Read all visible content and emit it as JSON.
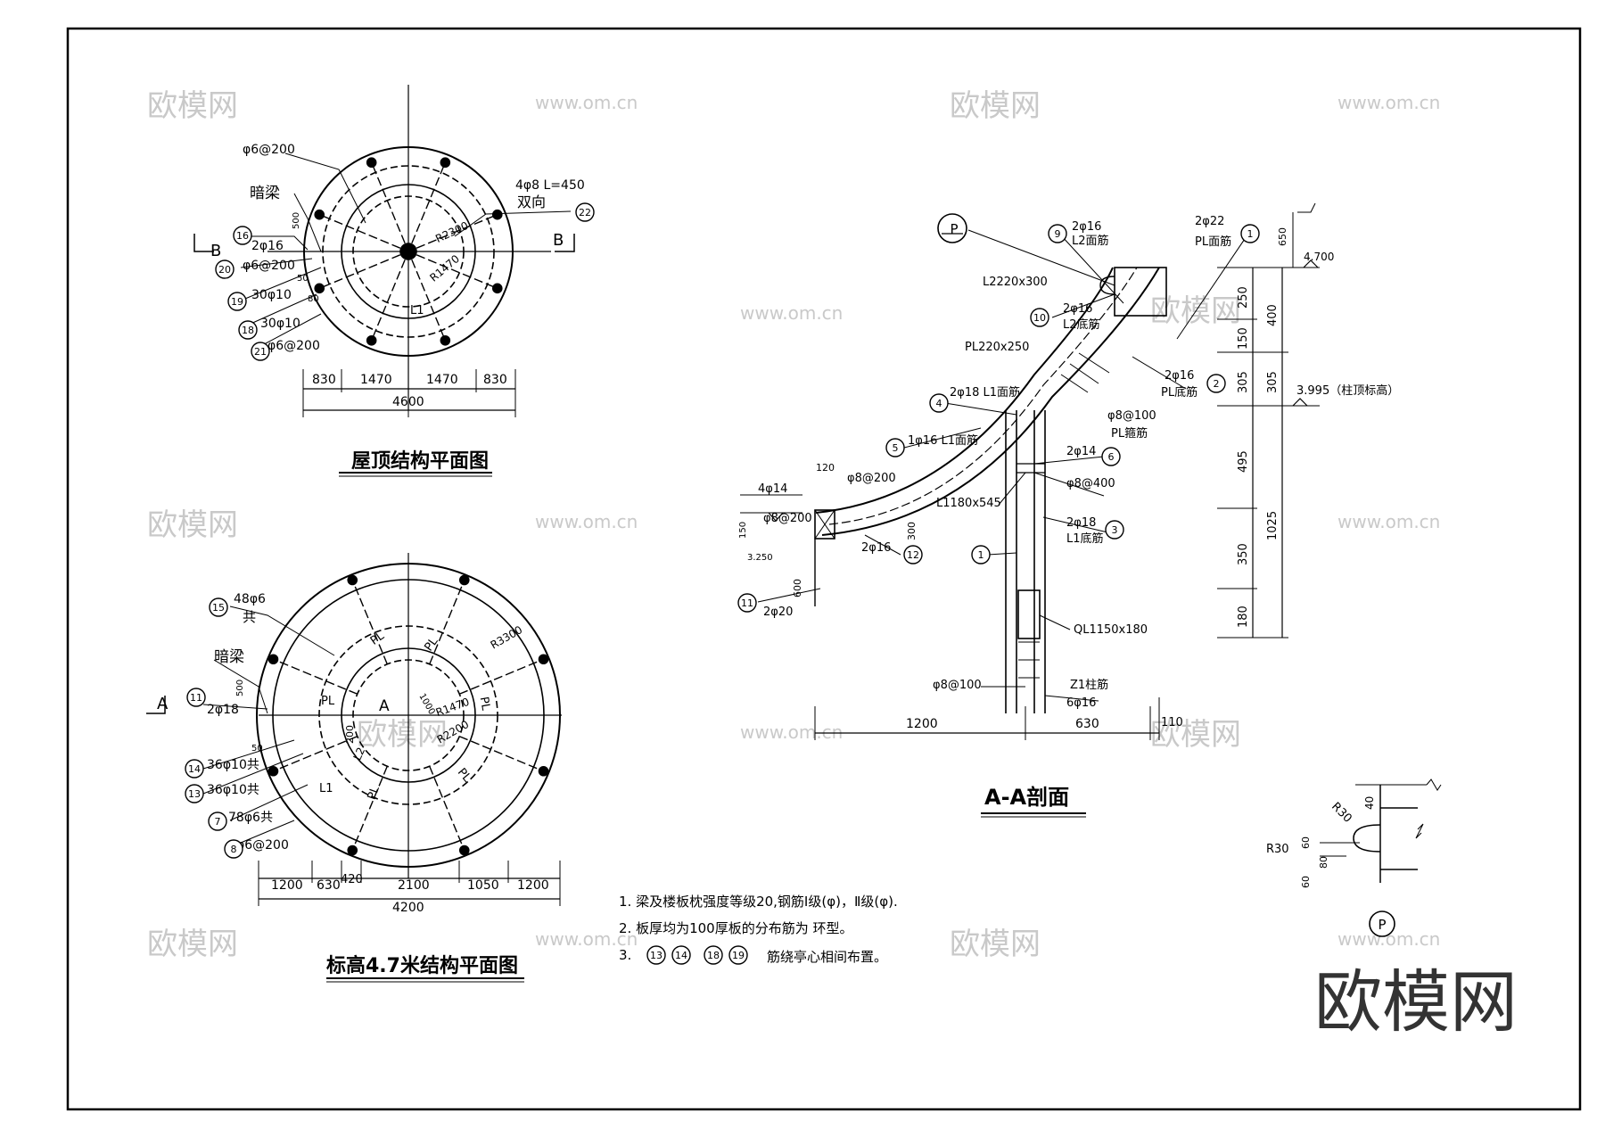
{
  "watermarks": [
    "欧模网",
    "www.om.cn"
  ],
  "brand_logo": "欧模网",
  "roof_plan": {
    "title": "屋顶结构平面图",
    "section_mark": "B",
    "dims": [
      "830",
      "1470",
      "1470",
      "830"
    ],
    "total": "4600",
    "radii": [
      "R2300",
      "R1470"
    ],
    "beam_label": "L1",
    "notes": {
      "top_rebar": "φ6@200",
      "dark_beam": "暗梁",
      "dim_500": "500",
      "side_rebar": "2φ16",
      "bottom_4": "4φ8 L=450",
      "bottom_5": "双向",
      "n20": "φ6@200",
      "n19": "30φ10",
      "n18": "30φ10",
      "n21": "φ6@200",
      "small_a": "50",
      "small_b": "80"
    },
    "callouts": [
      "16",
      "20",
      "19",
      "18",
      "21",
      "22"
    ]
  },
  "level_plan": {
    "title": "标高4.7米结构平面图",
    "section_mark": "A",
    "dims": [
      "1200",
      "630",
      "420",
      "2100",
      "1050",
      "1200"
    ],
    "total": "4200",
    "radii": [
      "R3300",
      "R1470",
      "R2200"
    ],
    "labels": [
      "PL",
      "PL",
      "PL",
      "PL",
      "PL",
      "PL",
      "L2",
      "L1"
    ],
    "notes": {
      "n15a": "48φ6",
      "n15b": "共",
      "dark_beam": "暗梁",
      "n11": "2φ18",
      "dim_500": "500",
      "n14": "36φ10共",
      "n13": "36φ10共",
      "n7": "78φ6共",
      "n8": "φ6@200",
      "dim_200": "200",
      "dim_50": "50",
      "dim_1000": "1000"
    },
    "callouts": [
      "15",
      "11",
      "14",
      "13",
      "7",
      "8"
    ]
  },
  "section": {
    "title": "A-A剖面",
    "labels": {
      "l9a": "2φ16",
      "l9b": "L2面筋",
      "l1a": "2φ22",
      "l1b": "PL面筋",
      "l2220": "L2220x300",
      "l10a": "2φ16",
      "l10b": "L2底筋",
      "pl220": "PL220x250",
      "l2a": "2φ16",
      "l2b": "PL底筋",
      "l4": "2φ18  L1面筋",
      "pl_stir_a": "φ8@100",
      "pl_stir_b": "PL箍筋",
      "l5": "1φ16  L1面筋",
      "l6": "2φ14",
      "stir400": "φ8@400",
      "l1_180": "L1180x545",
      "l3a": "2φ18",
      "l3b": "L1底筋",
      "r120": "120",
      "stir200": "φ8@200",
      "l4_14": "4φ14",
      "stir200b": "φ8@200",
      "d150": "150",
      "lev3250": "3.250",
      "l12": "2φ16",
      "d300": "300",
      "l11": "2φ20",
      "d600": "600",
      "ql1": "QL1150x180",
      "stir100": "φ8@100",
      "z1a": "Z1柱筋",
      "z1b": "6φ16",
      "d1200": "1200",
      "d630": "630",
      "d110": "110",
      "d650": "650",
      "lev4700": "4.700",
      "lev3995": "3.995（柱顶标高）"
    },
    "dims_left": [
      "250",
      "150",
      "305",
      "495",
      "350",
      "180"
    ],
    "dims_right": [
      "400",
      "305",
      "1025"
    ],
    "callouts": [
      "9",
      "1",
      "10",
      "2",
      "4",
      "5",
      "6",
      "3",
      "1",
      "12",
      "11"
    ],
    "detail_mark": "P"
  },
  "detail_p": {
    "r30a": "R30",
    "r30b": "R30",
    "d40": "40",
    "d60a": "60",
    "d60b": "60",
    "d80": "80",
    "mark": "P"
  },
  "notes": {
    "n1": "1. 梁及楼板枕强度等级20,钢筋Ⅰ级(φ)，Ⅱ级(φ).",
    "n2": "2. 板厚均为100厚板的分布筋为        环型。",
    "n3": "3.",
    "n3_tail": "筋绕亭心相间布置。",
    "n3_circles": [
      "13",
      "14",
      "18",
      "19"
    ]
  }
}
